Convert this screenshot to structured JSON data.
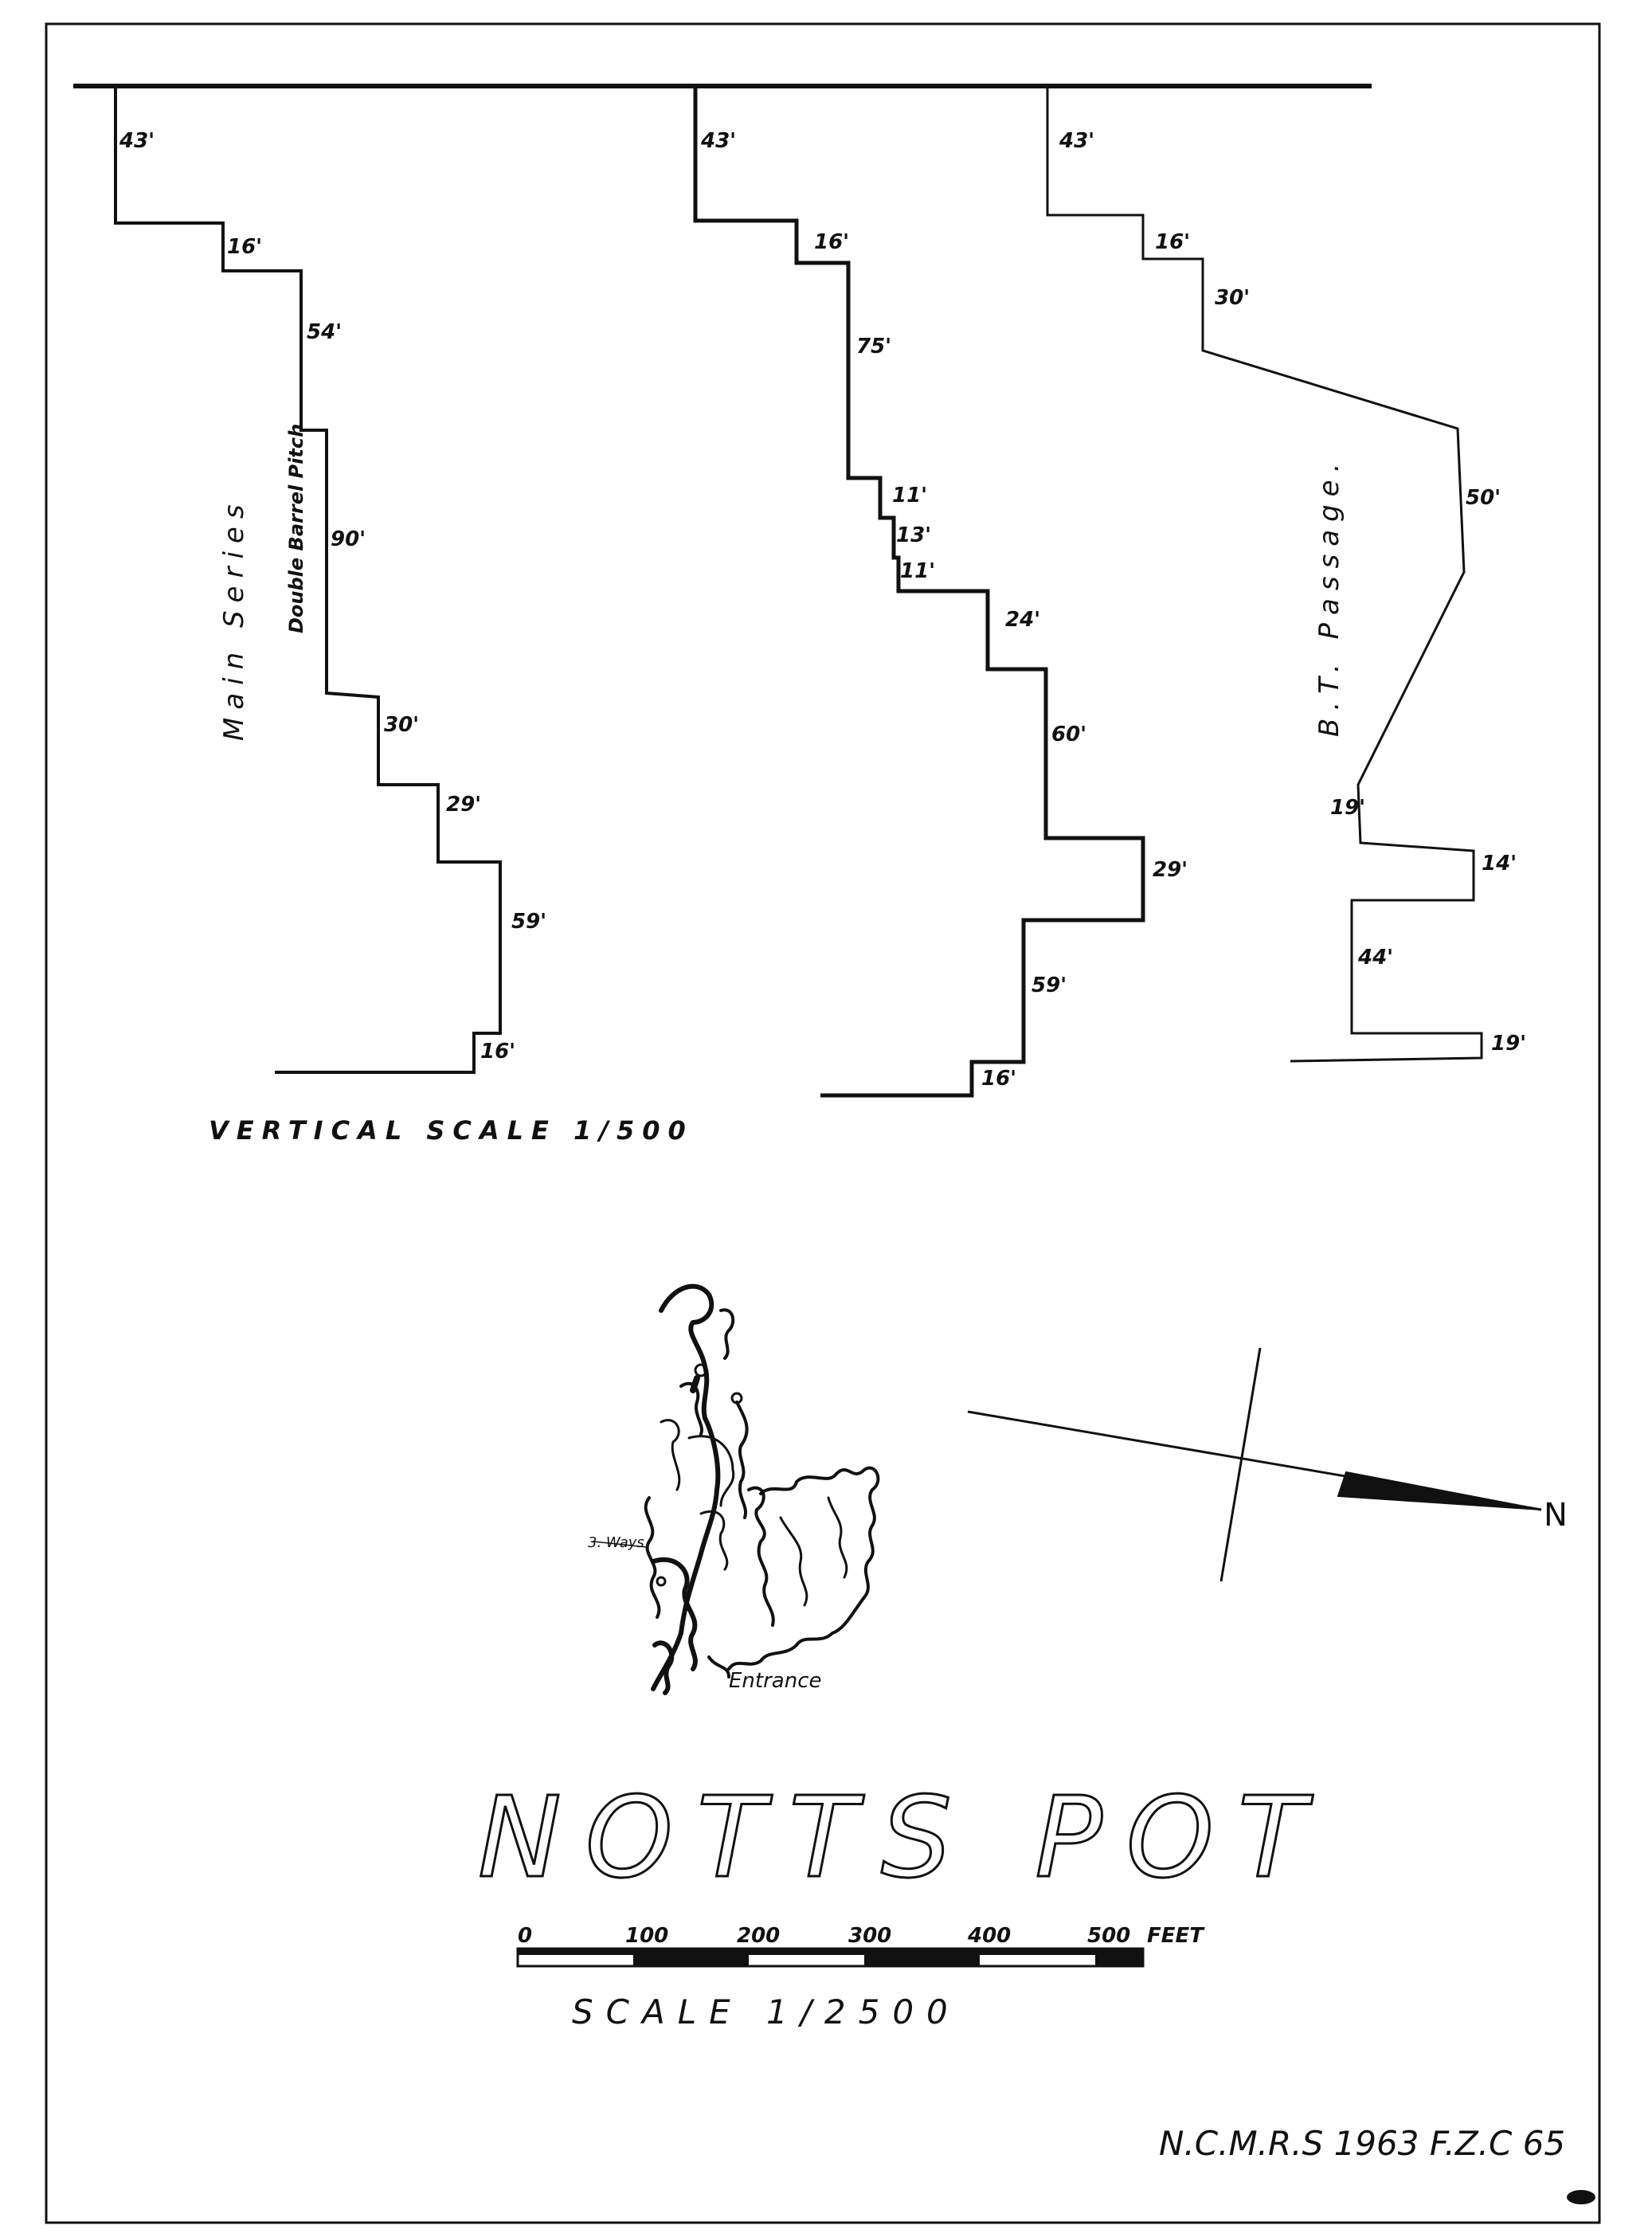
{
  "title": "NOTTS POT",
  "sections": [
    {
      "id": "main",
      "name_parts": [
        "Main Series",
        "Double Barrel Pitch"
      ],
      "pitches": [
        "43'",
        "16'",
        "54'",
        "90'",
        "30'",
        "29'",
        "59'",
        "16'"
      ]
    },
    {
      "id": "middle",
      "pitches": [
        "43'",
        "16'",
        "75'",
        "11'",
        "13'",
        "11'",
        "24'",
        "60'",
        "29'",
        "59'",
        "16'"
      ]
    },
    {
      "id": "bt",
      "name": "B.T. Passage.",
      "pitches": [
        "43'",
        "16'",
        "30'",
        "50'",
        "19'",
        "14'",
        "44'",
        "19'"
      ]
    }
  ],
  "vertical_scale": "VERTICAL SCALE 1/500",
  "plan": {
    "junction_label": "3. Ways",
    "entrance_label": "Entrance"
  },
  "north_label": "N",
  "scale_bar": {
    "ticks": [
      "0",
      "100",
      "200",
      "300",
      "400",
      "500"
    ],
    "unit": "FEET",
    "label": "SCALE 1/2500"
  },
  "credit": "N.C.M.R.S 1963 F.Z.C 65"
}
